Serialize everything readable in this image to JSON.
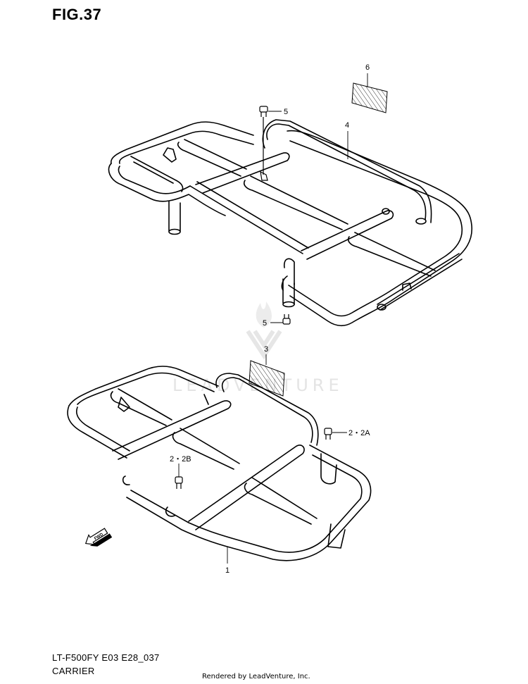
{
  "figure": {
    "title": "FIG.37",
    "model_code": "LT-F500FY E03 E28_037",
    "section_name": "CARRIER",
    "rendered_by": "Rendered by LeadVenture, Inc.",
    "watermark": "LEADVENTURE"
  },
  "callouts": [
    {
      "id": "c6",
      "label": "6"
    },
    {
      "id": "c5-top",
      "label": "5"
    },
    {
      "id": "c4",
      "label": "4"
    },
    {
      "id": "c5-bottom",
      "label": "5"
    },
    {
      "id": "c3",
      "label": "3"
    },
    {
      "id": "c2-2a",
      "label": "2・2A"
    },
    {
      "id": "c2-2b",
      "label": "2・2B"
    },
    {
      "id": "c1",
      "label": "1"
    }
  ],
  "direction_marker": {
    "label": "FWD",
    "icon": "forward-arrow-icon"
  },
  "colors": {
    "line": "#000000",
    "background": "#ffffff",
    "watermark": "#e4e4e4"
  }
}
